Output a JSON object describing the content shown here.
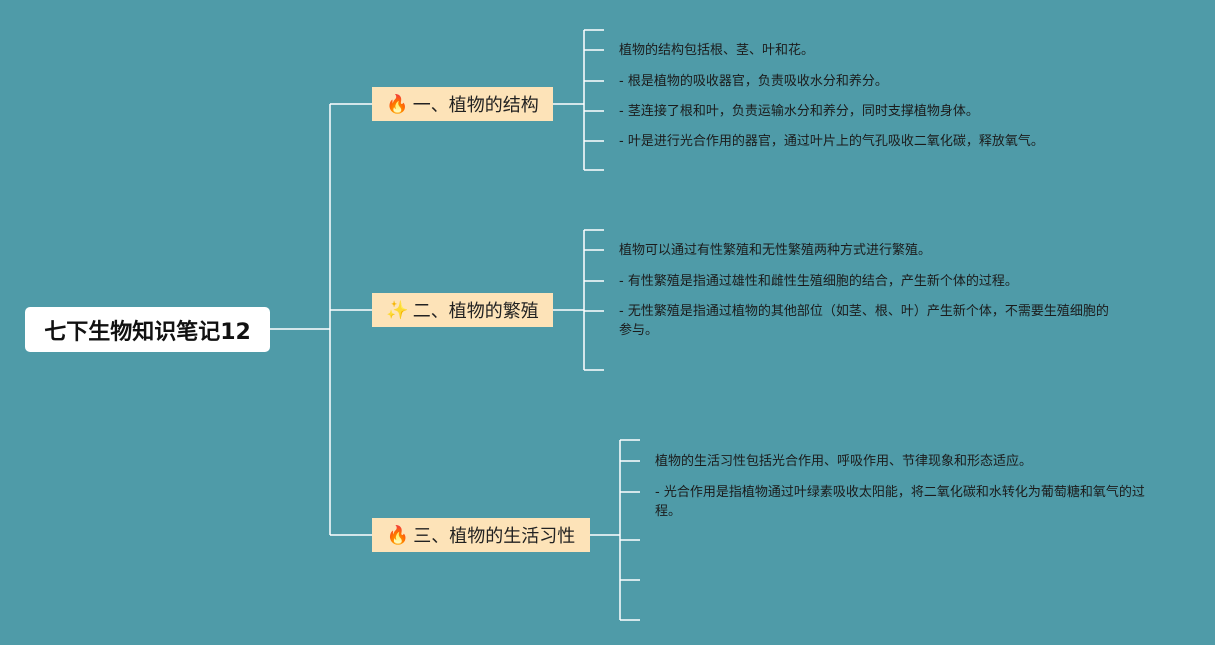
{
  "root": {
    "title": "七下生物知识笔记12"
  },
  "branches": [
    {
      "label": "一、植物的结构",
      "icon": "fire-icon",
      "items": [
        "植物的结构包括根、茎、叶和花。",
        "- 根是植物的吸收器官，负责吸收水分和养分。",
        "- 茎连接了根和叶，负责运输水分和养分，同时支撑植物身体。",
        "- 叶是进行光合作用的器官，通过叶片上的气孔吸收二氧化碳，释放氧气。"
      ]
    },
    {
      "label": "二、植物的繁殖",
      "icon": "sparkle-icon",
      "items": [
        "植物可以通过有性繁殖和无性繁殖两种方式进行繁殖。",
        "- 有性繁殖是指通过雄性和雌性生殖细胞的结合，产生新个体的过程。",
        "- 无性繁殖是指通过植物的其他部位（如茎、根、叶）产生新个体，不需要生殖细胞的参与。"
      ]
    },
    {
      "label": "三、植物的生活习性",
      "icon": "fire-icon",
      "items": [
        "植物的生活习性包括光合作用、呼吸作用、节律现象和形态适应。",
        "- 光合作用是指植物通过叶绿素吸收太阳能，将二氧化碳和水转化为葡萄糖和氧气的过程。"
      ]
    }
  ],
  "colors": {
    "background": "#4f9ba8",
    "line": "#ffffff",
    "branch_fill": "#fde3b8",
    "root_fill": "#ffffff"
  }
}
